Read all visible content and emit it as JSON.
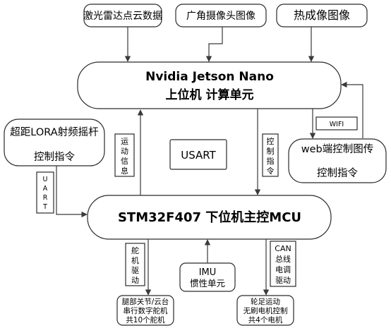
{
  "inputs": {
    "lidar": "激光雷达点云数据",
    "camera": "广角摄像头图像",
    "thermal": "热成像图像"
  },
  "jetson": {
    "line1": "Nvidia Jetson Nano",
    "line2": "上位机 计算单元"
  },
  "lora": {
    "line1": "超距LORA射频摇杆",
    "line2": "控制指令"
  },
  "web": {
    "line1": "web端控制图传",
    "line2": "控制指令"
  },
  "usart_center": "USART",
  "labels": {
    "motion_info": [
      "运",
      "动",
      "信",
      "息"
    ],
    "control_cmd": [
      "控",
      "制",
      "指",
      "令"
    ],
    "wifi": "WIFI",
    "uart": [
      "U",
      "A",
      "R",
      "T"
    ],
    "servo_drive": [
      "舵",
      "机",
      "驱",
      "动"
    ],
    "can": [
      "CAN",
      "总线",
      "电调",
      "驱动"
    ]
  },
  "mcu": "STM32F407 下位机主控MCU",
  "imu": {
    "line1": "IMU",
    "line2": "惯性单元"
  },
  "legs": {
    "line1": "腿部关节/云台",
    "line2": "串行数字舵机",
    "line3": "共10个舵机"
  },
  "wheels": {
    "line1": "轮足运动",
    "line2": "无刷电机控制",
    "line3": "共4个电机"
  }
}
